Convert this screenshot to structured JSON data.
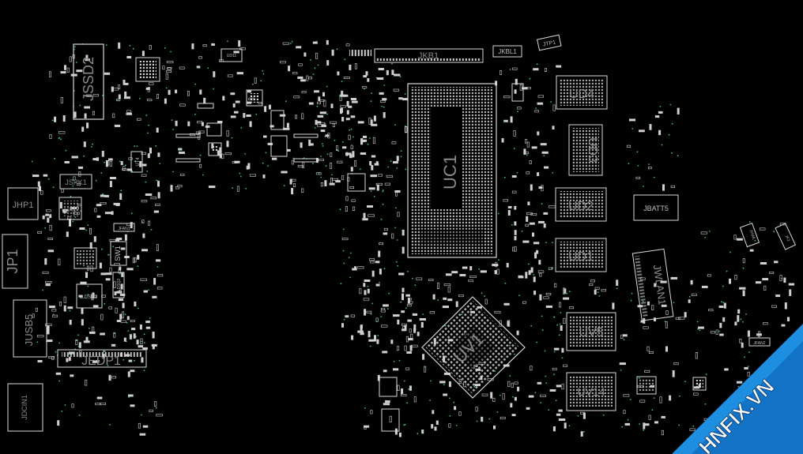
{
  "diagram": {
    "background": "#000000",
    "outline_color": "#d8d8d8",
    "label_color": "#8a8a8a",
    "via_color": "#3fb3a8",
    "components": {
      "jssd2": "JSSD2",
      "jkb1": "JKB1",
      "jkbl1": "JKBL1",
      "jtp1": "JTP1",
      "uc1": "UC1",
      "ud4": "UD4",
      "ud3": "UD3",
      "ud2": "UD2",
      "ud1": "UD1",
      "jbatt5": "JBATT5",
      "jwlan1": "JWLAN1",
      "uv5": "UV5",
      "uv14": "UV14",
      "uv1": "UV1",
      "jhp1": "JHP1",
      "jspk1": "JSPK1",
      "ua1": "UA1",
      "jp1": "JP1",
      "jusb5": "JUSB5",
      "jedp1": "JEDP1",
      "jdcin1": "JDCIN1",
      "sw1": "SW1",
      "ut4": "UT4",
      "ub2": "UB2",
      "ud11": "UD11",
      "ldsq1": "LDSQ1",
      "ldsq2": "LDSQ2",
      "jfan1": "JFAN1",
      "jhwl": "JHWL",
      "jf2": "JF2",
      "uv2": "UV2",
      "jfan2": "JFAN2"
    },
    "watermark": "HNFIX.VN"
  }
}
